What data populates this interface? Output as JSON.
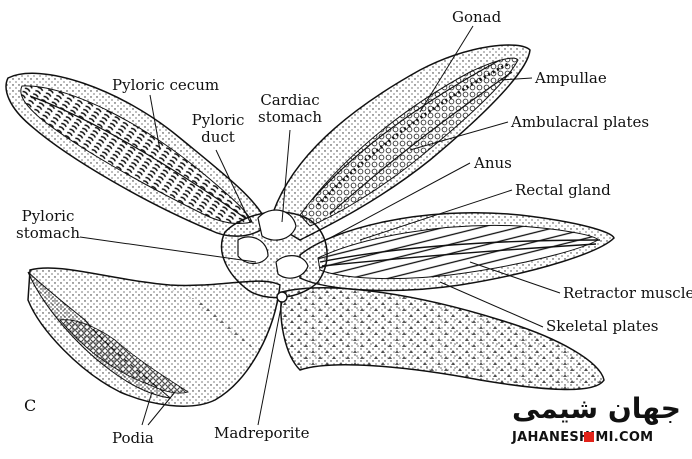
{
  "figure": {
    "panel_letter": "C",
    "labels": {
      "pyloric_cecum": "Pyloric cecum",
      "pyloric_duct_1": "Pyloric",
      "pyloric_duct_2": "duct",
      "cardiac_stomach_1": "Cardiac",
      "cardiac_stomach_2": "stomach",
      "gonad": "Gonad",
      "ampullae": "Ampullae",
      "ambulacral_plates": "Ambulacral plates",
      "anus": "Anus",
      "rectal_gland": "Rectal gland",
      "pyloric_stomach_1": "Pyloric",
      "pyloric_stomach_2": "stomach",
      "retractor_muscle": "Retractor muscle",
      "skeletal_plates": "Skeletal plates",
      "podia": "Podia",
      "madreporite": "Madreporite"
    }
  },
  "watermark": {
    "persian": "جهان شیمی",
    "latin": "JAHANESHIMI.COM",
    "accent_color": "#e2231a"
  }
}
